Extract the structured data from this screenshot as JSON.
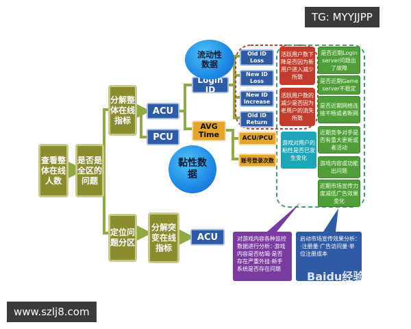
{
  "watermarks": {
    "top_right": "TG: MYYJJPP",
    "bottom_left": "www.szlj8.com",
    "baidu": "Baidu经验"
  },
  "nodes": {
    "view_total": "查看整体在线人数",
    "check_region": "是否是全区的问题",
    "decompose_overall": "分解整体在线指标",
    "locate_region": "定位问题分区",
    "decompose_spike": "分解突变在线指标",
    "acu_1": "ACU",
    "pcu": "PCU",
    "acu_2": "ACU",
    "login_id": "Login ID",
    "avg_time": "AVG Time",
    "acu_pcu": "ACU/PCU",
    "account_login_count": "账号登录次数",
    "bubble_flow": "流动性数据",
    "bubble_sticky": "黏性数据",
    "old_id_loss": "Old ID Loss",
    "new_id_loss": "New ID Loss",
    "new_id_increase": "New ID Increase",
    "old_id_return": "Old ID Return",
    "red_1": "活跃用户数下降是否因为新用户进入减少所致",
    "red_2": "活跃用户数的减少是否因为老用户的流失所致",
    "teal_1": "游戏对用户的粘性是否已发生变化",
    "green_1": "是否近期Login server问题出了故障",
    "green_2": "是否近期Game server不稳定",
    "green_3": "是否近期网络连接不畅或者断网",
    "green_4": "近期竞争对手是否有重大更新或者活动",
    "green_5": "游戏内容或功能出问题",
    "green_6": "近期市场宣传力度减低广告效果变化",
    "purple_text": "对游戏内容各种监控数据进行分析：·游戏内容是否枯竭·是否存在严重外挂·新手系统是否存在问题",
    "blue_text": "启动市场宣传效果分析：·注册量·广告访问量·单位注册成本"
  },
  "colors": {
    "olive": "#8a8d2e",
    "blue": "#2f5aa6",
    "red": "#c33b2a",
    "gold": "#e4a52a",
    "green": "#4f9e3a",
    "teal": "#1ea6b8",
    "purple": "#7a3aa0",
    "arrow": "#8fa944"
  }
}
